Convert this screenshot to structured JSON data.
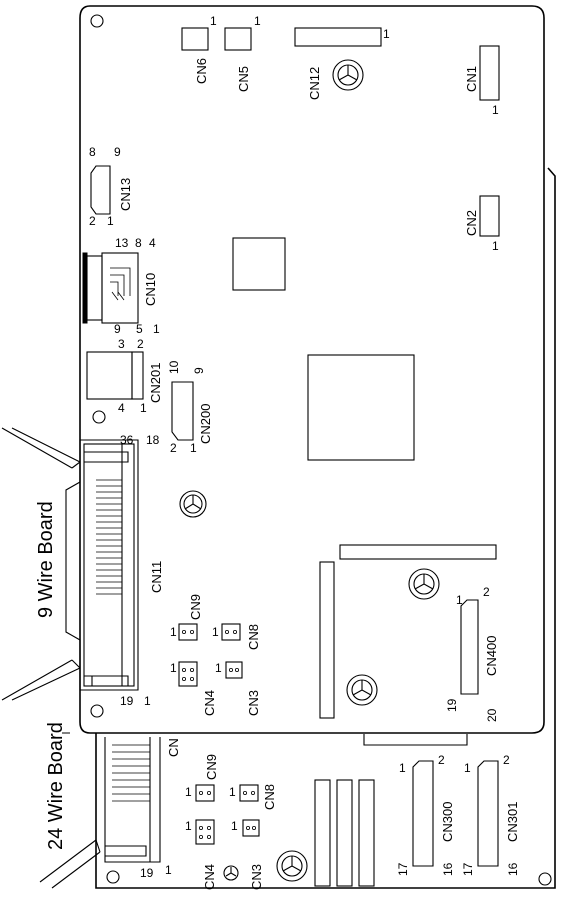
{
  "boards": {
    "nine_wire": "9 Wire Board",
    "twenty_four_wire": "24 Wire Board"
  },
  "connectors": {
    "cn1": "CN1",
    "cn2": "CN2",
    "cn3": "CN3",
    "cn4": "CN4",
    "cn5": "CN5",
    "cn6": "CN6",
    "cn8": "CN8",
    "cn9": "CN9",
    "cn10": "CN10",
    "cn11": "CN11",
    "cn12": "CN12",
    "cn13": "CN13",
    "cn200": "CN200",
    "cn201": "CN201",
    "cn300": "CN300",
    "cn301": "CN301",
    "cn400": "CN400",
    "cn_partial": "CN"
  },
  "pins": {
    "p1": "1",
    "p2": "2",
    "p3": "3",
    "p4": "4",
    "p5": "5",
    "p8": "8",
    "p9": "9",
    "p10": "10",
    "p13": "13",
    "p16": "16",
    "p17": "17",
    "p18": "18",
    "p19": "19",
    "p20": "20",
    "p36": "36"
  }
}
